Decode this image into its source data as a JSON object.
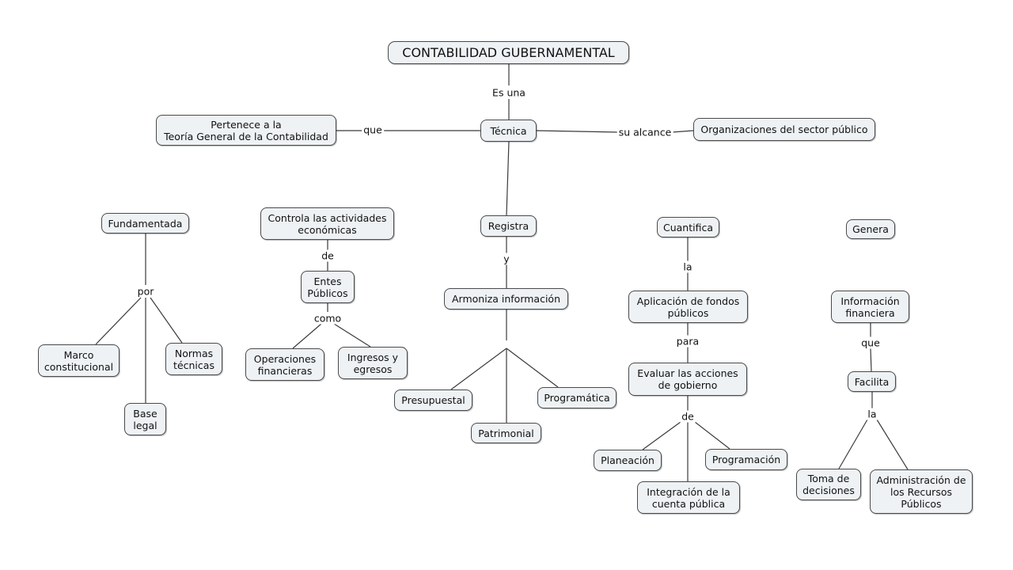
{
  "title": "CONTABILIDAD GUBERNAMENTAL",
  "nodes": {
    "tecnica": "Técnica",
    "pertenece": "Pertenece a la\nTeoría General de la Contabilidad",
    "organizaciones": "Organizaciones del sector público",
    "fundamentada": "Fundamentada",
    "marco": "Marco\nconstitucional",
    "normas": "Normas\ntécnicas",
    "base": "Base\nlegal",
    "controla": "Controla las actividades\neconómicas",
    "entes": "Entes\nPúblicos",
    "operaciones": "Operaciones\nfinancieras",
    "ingresos": "Ingresos y\negresos",
    "registra": "Registra",
    "armoniza": "Armoniza información",
    "presupuestal": "Presupuestal",
    "patrimonial": "Patrimonial",
    "programatica": "Programática",
    "cuantifica": "Cuantifica",
    "aplicacion": "Aplicación de fondos\npúblicos",
    "evaluar": "Evaluar las acciones\nde gobierno",
    "planeacion": "Planeación",
    "integracion": "Integración de la\ncuenta pública",
    "programacion": "Programación",
    "genera": "Genera",
    "informacion": "Información\nfinanciera",
    "facilita": "Facilita",
    "toma": "Toma de\ndecisiones",
    "administracion": "Administración de\nlos Recursos\nPúblicos"
  },
  "labels": {
    "es_una": "Es una",
    "que_1": "que",
    "su_alcance": "su alcance",
    "por": "por",
    "de_1": "de",
    "como": "como",
    "y": "y",
    "la_1": "la",
    "para": "para",
    "de_2": "de",
    "que_2": "que",
    "la_2": "la"
  }
}
